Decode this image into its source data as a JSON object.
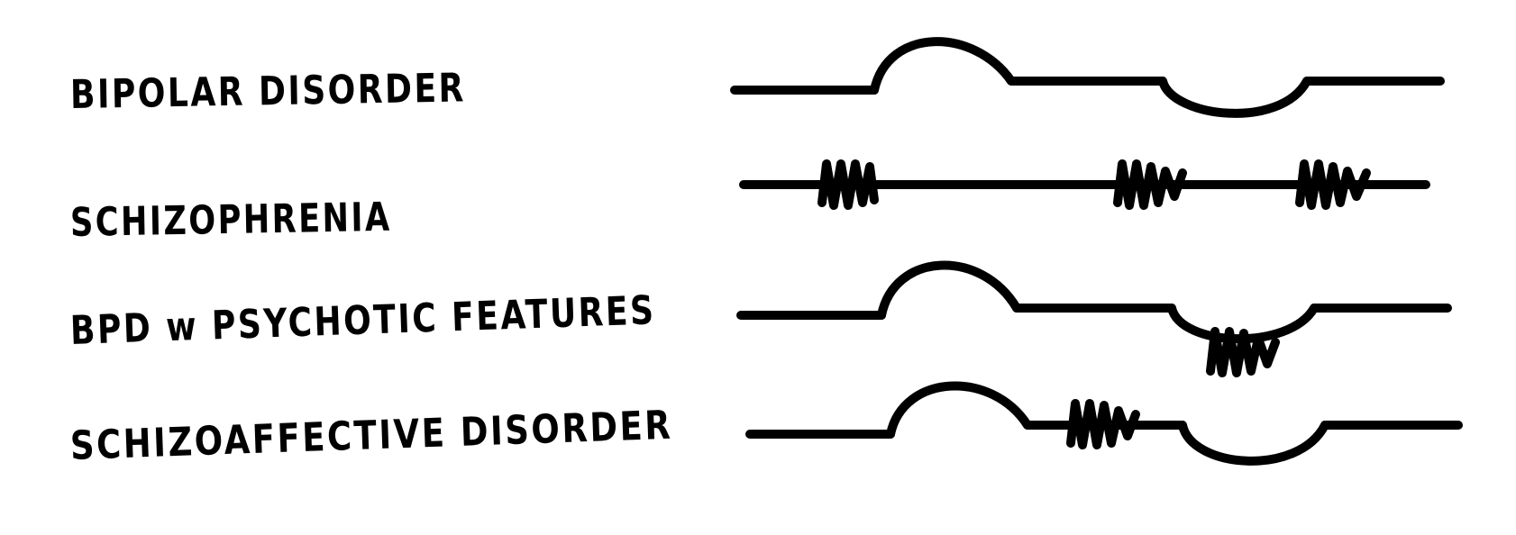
{
  "diagram": {
    "rows": [
      {
        "id": "bipolar",
        "label": "BIPOLAR DISORDER"
      },
      {
        "id": "schizophrenia",
        "label": "SCHIZOPHRENIA"
      },
      {
        "id": "bpd-psychotic",
        "label": "BPD w PSYCHOTIC FEATURES"
      },
      {
        "id": "schizoaffective",
        "label": "SCHIZOAFFECTIVE DISORDER"
      }
    ],
    "stroke_color": "#000000",
    "background_color": "#ffffff"
  }
}
